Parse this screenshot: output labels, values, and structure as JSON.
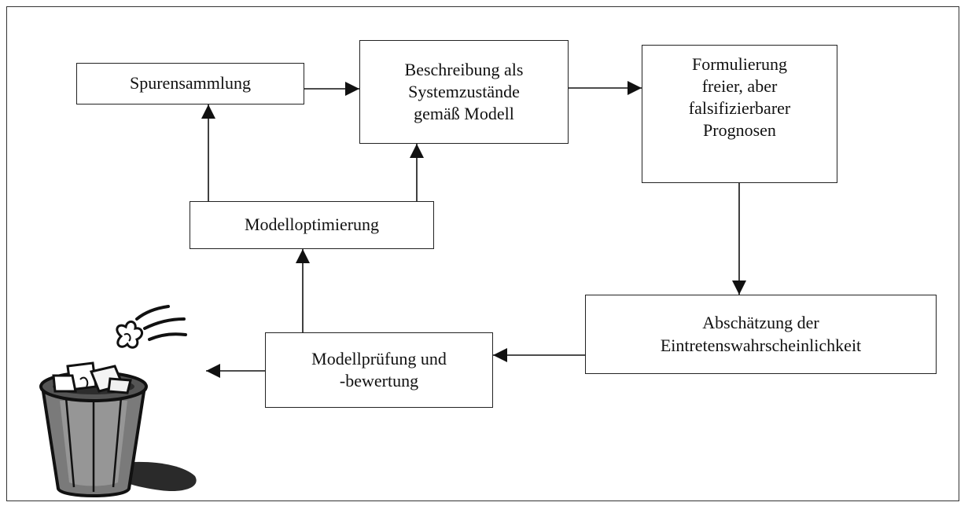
{
  "diagram": {
    "nodes": {
      "spurensammlung": "Spurensammlung",
      "beschreibung": "Beschreibung als\nSystemzustände\ngemäß Modell",
      "formulierung": "Formulierung\nfreier, aber\nfalsifizierbarer\nPrognosen",
      "modelloptimierung": "Modelloptimierung",
      "abschaetzung": "Abschätzung der\nEintretenswahrscheinlichkeit",
      "modellpruefung": "Modellprüfung und\n-bewertung"
    },
    "edges": [
      {
        "from": "spurensammlung",
        "to": "beschreibung"
      },
      {
        "from": "beschreibung",
        "to": "formulierung"
      },
      {
        "from": "formulierung",
        "to": "abschaetzung"
      },
      {
        "from": "abschaetzung",
        "to": "modellpruefung"
      },
      {
        "from": "modellpruefung",
        "to": "modelloptimierung"
      },
      {
        "from": "modelloptimierung",
        "to": "spurensammlung"
      },
      {
        "from": "modelloptimierung",
        "to": "beschreibung"
      },
      {
        "from": "modellpruefung",
        "to": "trash-bin"
      }
    ],
    "icons": {
      "discard": "trash-bin-icon"
    }
  }
}
